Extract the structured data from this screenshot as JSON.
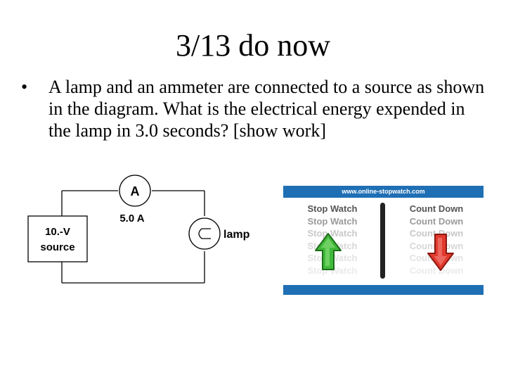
{
  "slide": {
    "title": "3/13 do now",
    "bullet_symbol": "•",
    "bullet_text": "A lamp and an ammeter are connected to a source as shown in the diagram. What is the electrical energy expended in the lamp in 3.0 seconds? [show work]"
  },
  "circuit": {
    "ammeter_symbol": "A",
    "current_label": "5.0 A",
    "source_voltage": "10.-V",
    "source_word": "source",
    "lamp_label": "lamp"
  },
  "stopwatch": {
    "site": "www.online-stopwatch.com",
    "left_label": "Stop Watch",
    "right_label": "Count Down",
    "up_arrow_icon": "green-up-arrow",
    "down_arrow_icon": "red-down-arrow",
    "colors": {
      "bar": "#1f6fb5",
      "up": "#3fb93a",
      "down": "#e23a2e"
    }
  }
}
